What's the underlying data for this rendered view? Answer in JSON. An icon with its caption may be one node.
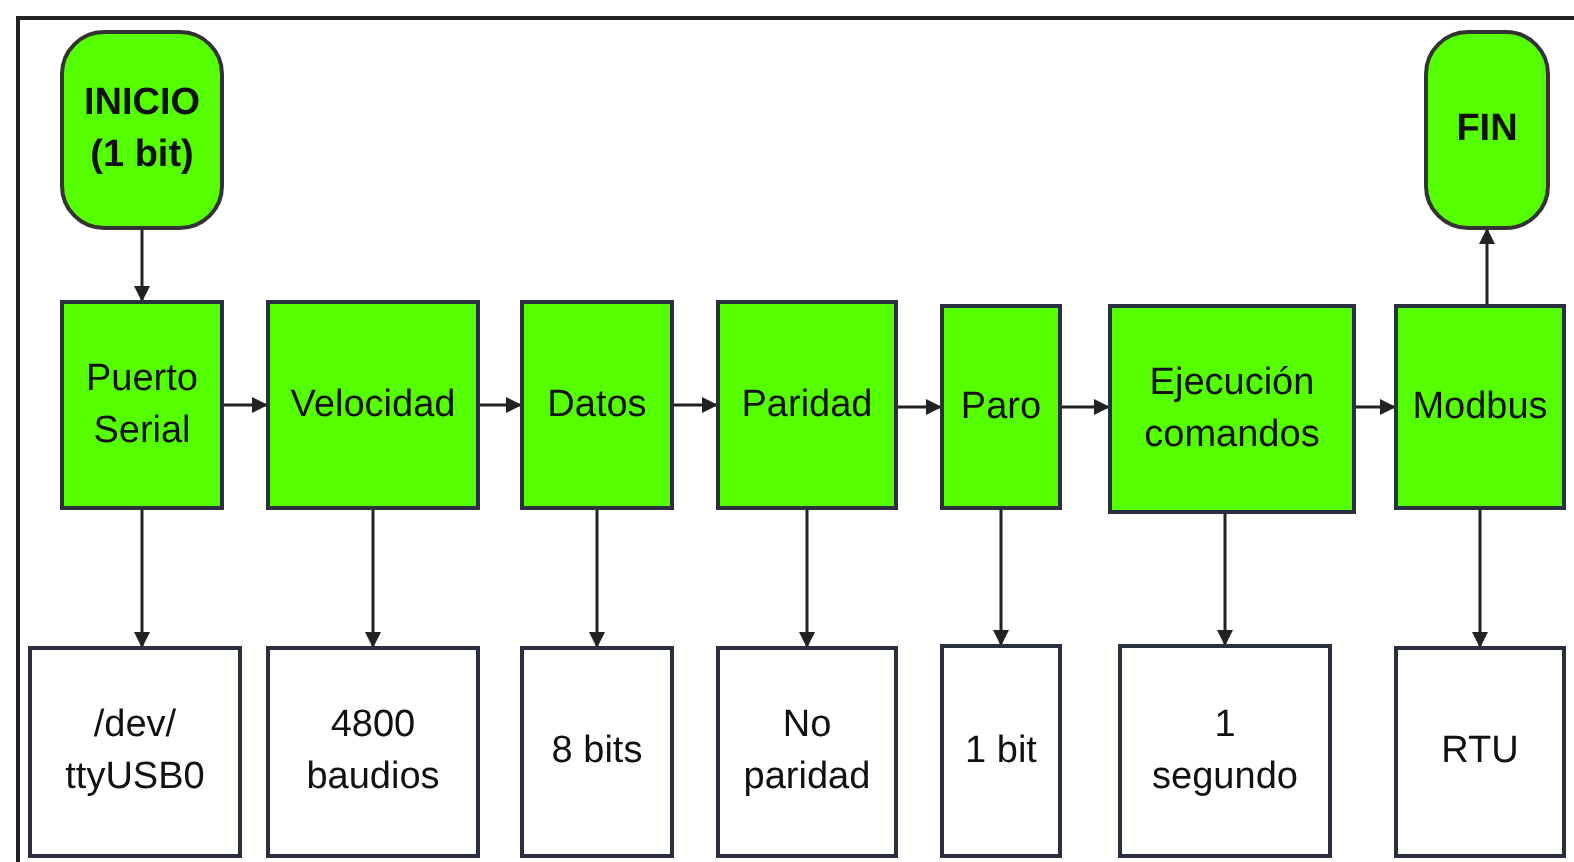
{
  "diagram": {
    "nodes": [
      {
        "text": [
          "INICIO (1 bit)"
        ]
      },
      {
        "text": [
          "FIN"
        ]
      },
      {
        "text": [
          "Puerto Serial"
        ]
      },
      {
        "text": [
          "Velocidad"
        ]
      },
      {
        "text": [
          "Datos"
        ]
      },
      {
        "text": [
          "Paridad"
        ]
      },
      {
        "text": [
          "Paro"
        ]
      },
      {
        "text": [
          "Ejecución comandos"
        ]
      },
      {
        "text": [
          "Modbus"
        ]
      },
      {
        "text": [
          "/dev/ ttyUSB0"
        ]
      },
      {
        "text": [
          "4800 baudios"
        ]
      },
      {
        "text": [
          "8 bits"
        ]
      },
      {
        "text": [
          "No paridad"
        ]
      },
      {
        "text": [
          "1 bit"
        ]
      },
      {
        "text": [
          "1 segundo"
        ]
      },
      {
        "text": [
          "RTU"
        ]
      }
    ],
    "edges": [
      {
        "from": 0,
        "to": 2,
        "arrow": "to"
      },
      {
        "from": 2,
        "to": 3,
        "arrow": "to"
      },
      {
        "from": 3,
        "to": 4,
        "arrow": "to"
      },
      {
        "from": 4,
        "to": 5,
        "arrow": "to"
      },
      {
        "from": 5,
        "to": 6,
        "arrow": "to"
      },
      {
        "from": 6,
        "to": 7,
        "arrow": "to"
      },
      {
        "from": 7,
        "to": 8,
        "arrow": "to"
      },
      {
        "from": 8,
        "to": 1,
        "arrow": "to"
      },
      {
        "from": 2,
        "to": 9,
        "arrow": "to"
      },
      {
        "from": 3,
        "to": 10,
        "arrow": "to"
      },
      {
        "from": 4,
        "to": 11,
        "arrow": "to"
      },
      {
        "from": 5,
        "to": 12,
        "arrow": "to"
      },
      {
        "from": 6,
        "to": 13,
        "arrow": "to"
      },
      {
        "from": 7,
        "to": 14,
        "arrow": "to"
      },
      {
        "from": 8,
        "to": 15,
        "arrow": "to"
      }
    ]
  }
}
